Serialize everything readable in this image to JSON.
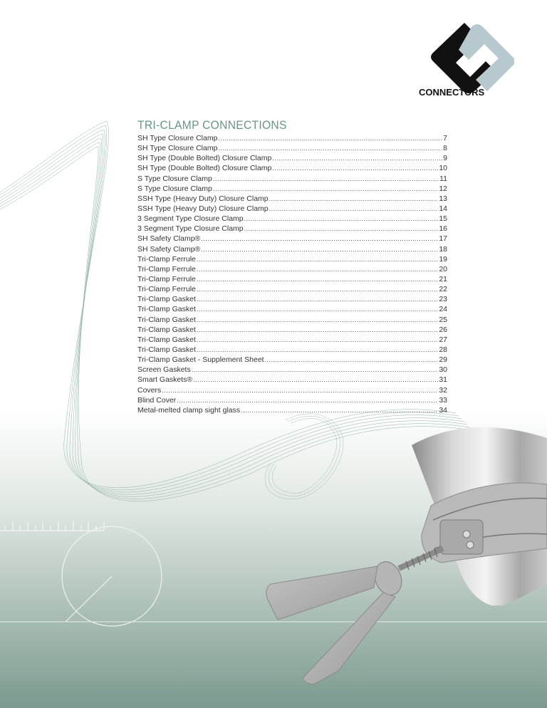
{
  "brand": {
    "logo_text": "CONNECTORS",
    "colors": {
      "dark": "#111111",
      "light": "#b8c8cf"
    }
  },
  "toc": {
    "title": "TRI-CLAMP CONNECTIONS",
    "title_color": "#6a9488",
    "items": [
      {
        "label": "SH Type Closure Clamp",
        "page": "7"
      },
      {
        "label": "SH Type Closure Clamp",
        "page": "8"
      },
      {
        "label": "SH Type (Double Bolted) Closure Clamp",
        "page": "9"
      },
      {
        "label": "SH Type (Double Bolted) Closure Clamp",
        "page": "10"
      },
      {
        "label": "S Type Closure Clamp",
        "page": "11"
      },
      {
        "label": "S Type Closure Clamp",
        "page": "12"
      },
      {
        "label": "SSH Type (Heavy Duty) Closure Clamp",
        "page": "13"
      },
      {
        "label": "SSH Type (Heavy Duty) Closure Clamp",
        "page": "14"
      },
      {
        "label": "3 Segment Type Closure Clamp",
        "page": "15"
      },
      {
        "label": "3 Segment Type Closure Clamp",
        "page": "16"
      },
      {
        "label": "SH Safety Clamp®",
        "page": "17"
      },
      {
        "label": "SH Safety Clamp®",
        "page": "18"
      },
      {
        "label": "Tri-Clamp Ferrule",
        "page": "19"
      },
      {
        "label": "Tri-Clamp Ferrule",
        "page": "20"
      },
      {
        "label": "Tri-Clamp Ferrule",
        "page": "21"
      },
      {
        "label": "Tri-Clamp Ferrule",
        "page": "22"
      },
      {
        "label": "Tri-Clamp Gasket",
        "page": "23"
      },
      {
        "label": "Tri-Clamp Gasket",
        "page": "24"
      },
      {
        "label": "Tri-Clamp Gasket",
        "page": "25"
      },
      {
        "label": "Tri-Clamp Gasket",
        "page": "26"
      },
      {
        "label": "Tri-Clamp Gasket",
        "page": "27"
      },
      {
        "label": "Tri-Clamp Gasket",
        "page": "28"
      },
      {
        "label": "Tri-Clamp Gasket - Supplement Sheet",
        "page": "29"
      },
      {
        "label": "Screen Gaskets",
        "page": "30"
      },
      {
        "label": "Smart Gaskets®",
        "page": "31"
      },
      {
        "label": "Covers",
        "page": "32"
      },
      {
        "label": "Blind Cover",
        "page": "33"
      },
      {
        "label": "Metal-melted clamp sight glass",
        "page": "34"
      }
    ]
  },
  "background": {
    "gradient_top": "#ffffff",
    "gradient_mid": "#c8d6cf",
    "gradient_bottom": "#7a9a8e",
    "accent_line": "#6a9488"
  },
  "image": {
    "subject": "wing-nut-tri-clamp-photo"
  }
}
